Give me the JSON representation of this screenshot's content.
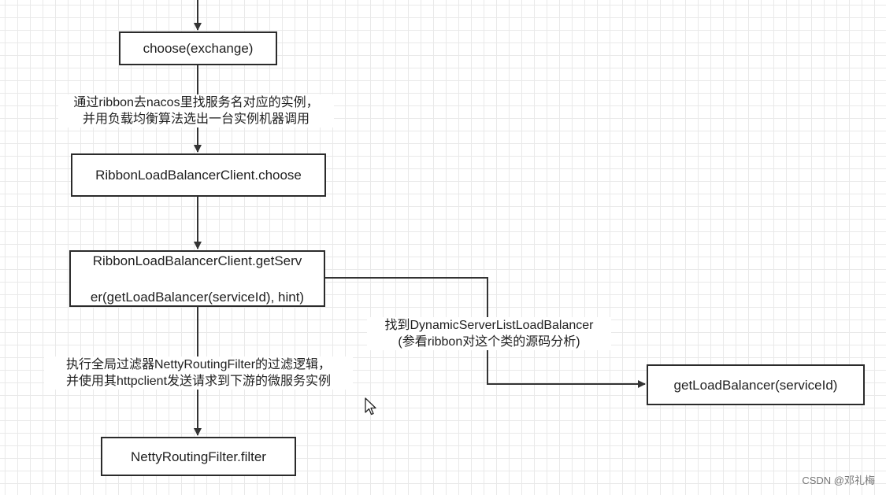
{
  "nodes": {
    "choose_exchange": "choose(exchange)",
    "ribbon_choose": "RibbonLoadBalancerClient.choose",
    "ribbon_getserver": "RibbonLoadBalancerClient.getServer(getLoadBalancer(serviceId), hint)",
    "ribbon_getserver_line1": "RibbonLoadBalancerClient.getServ",
    "ribbon_getserver_line2": "er(getLoadBalancer(serviceId), hint)",
    "get_load_balancer": "getLoadBalancer(serviceId)",
    "netty_filter": "NettyRoutingFilter.filter"
  },
  "edge_labels": {
    "ribbon_nacos": {
      "line1": "通过ribbon去nacos里找服务名对应的实例，",
      "line2": "并用负载均衡算法选出一台实例机器调用"
    },
    "dynamic_server": {
      "line1": "找到DynamicServerListLoadBalancer",
      "line2": "(参看ribbon对这个类的源码分析)"
    },
    "netty_global_filter": {
      "line1": "执行全局过滤器NettyRoutingFilter的过滤逻辑，",
      "line2": "并使用其httpclient发送请求到下游的微服务实例"
    }
  },
  "watermark": "CSDN @邓礼梅",
  "colors": {
    "line": "#333333",
    "border": "#2b2b2b",
    "grid": "#e9e9e9",
    "background": "#ffffff"
  },
  "icons": {
    "cursor": "mouse-pointer-icon"
  }
}
